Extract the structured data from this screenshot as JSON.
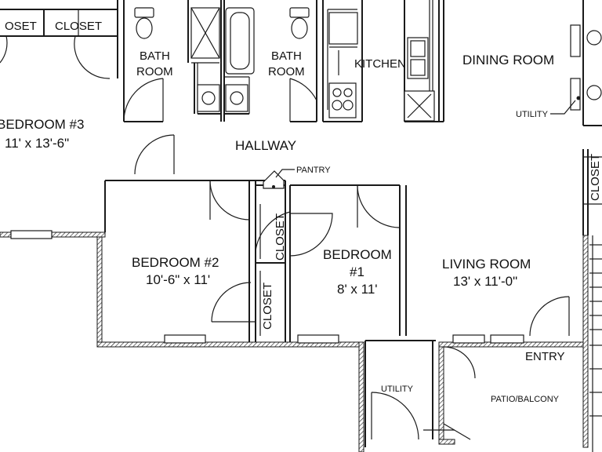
{
  "rooms": {
    "bedroom3": {
      "name": "BEDROOM #3",
      "size": "11' x 13'-6\""
    },
    "bedroom2": {
      "name": "BEDROOM #2",
      "size": "10'-6\" x 11'"
    },
    "bedroom1": {
      "name": "BEDROOM",
      "number": "#1",
      "size": "8' x 11'"
    },
    "living": {
      "name": "LIVING ROOM",
      "size": "13' x 11'-0\""
    },
    "bath_left": {
      "line1": "BATH",
      "line2": "ROOM"
    },
    "bath_right": {
      "line1": "BATH",
      "line2": "ROOM"
    },
    "kitchen": "KITCHEN",
    "dining": "DINING ROOM",
    "hallway": "HALLWAY",
    "entry": "ENTRY",
    "patio": "PATIO/BALCONY",
    "utility_lower": "UTILITY"
  },
  "closets": {
    "top_left_partial": "OSET",
    "top_left": "CLOSET",
    "hall_upper": "CLOSET",
    "hall_lower": "CLOSET",
    "right": "CLOSET"
  },
  "callouts": {
    "pantry": "PANTRY",
    "utility": "UTILITY"
  }
}
